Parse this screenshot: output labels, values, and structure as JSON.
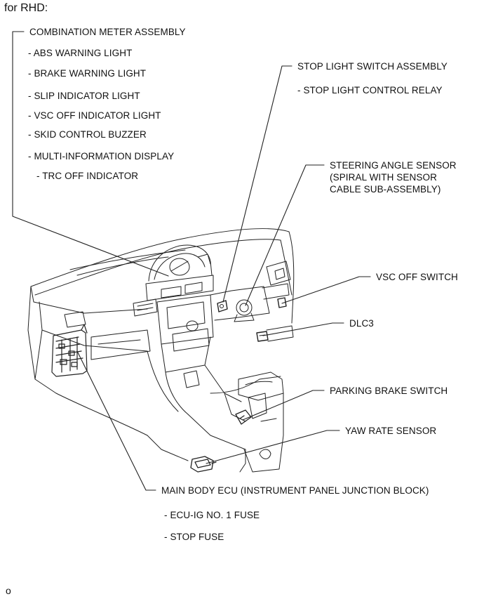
{
  "header": "for RHD:",
  "footer_code": "o",
  "callouts": {
    "combination_meter": {
      "title": "COMBINATION METER ASSEMBLY",
      "items": [
        "- ABS WARNING LIGHT",
        "- BRAKE WARNING LIGHT",
        "- SLIP INDICATOR LIGHT",
        "- VSC OFF INDICATOR LIGHT",
        "- SKID CONTROL BUZZER",
        "- MULTI-INFORMATION DISPLAY",
        "- TRC OFF INDICATOR"
      ]
    },
    "stop_light_switch": {
      "title": "STOP LIGHT SWITCH ASSEMBLY",
      "items": [
        "- STOP LIGHT CONTROL RELAY"
      ]
    },
    "steering_angle_sensor": {
      "title": "STEERING ANGLE SENSOR",
      "line2": "(SPIRAL WITH SENSOR",
      "line3": "CABLE SUB-ASSEMBLY)"
    },
    "vsc_off_switch": {
      "title": "VSC OFF SWITCH"
    },
    "dlc3": {
      "title": "DLC3"
    },
    "parking_brake_switch": {
      "title": "PARKING BRAKE SWITCH"
    },
    "yaw_rate_sensor": {
      "title": "YAW RATE SENSOR"
    },
    "main_body_ecu": {
      "title": "MAIN BODY ECU (INSTRUMENT PANEL JUNCTION BLOCK)",
      "items": [
        "- ECU-IG NO. 1 FUSE",
        "- STOP FUSE"
      ]
    }
  }
}
